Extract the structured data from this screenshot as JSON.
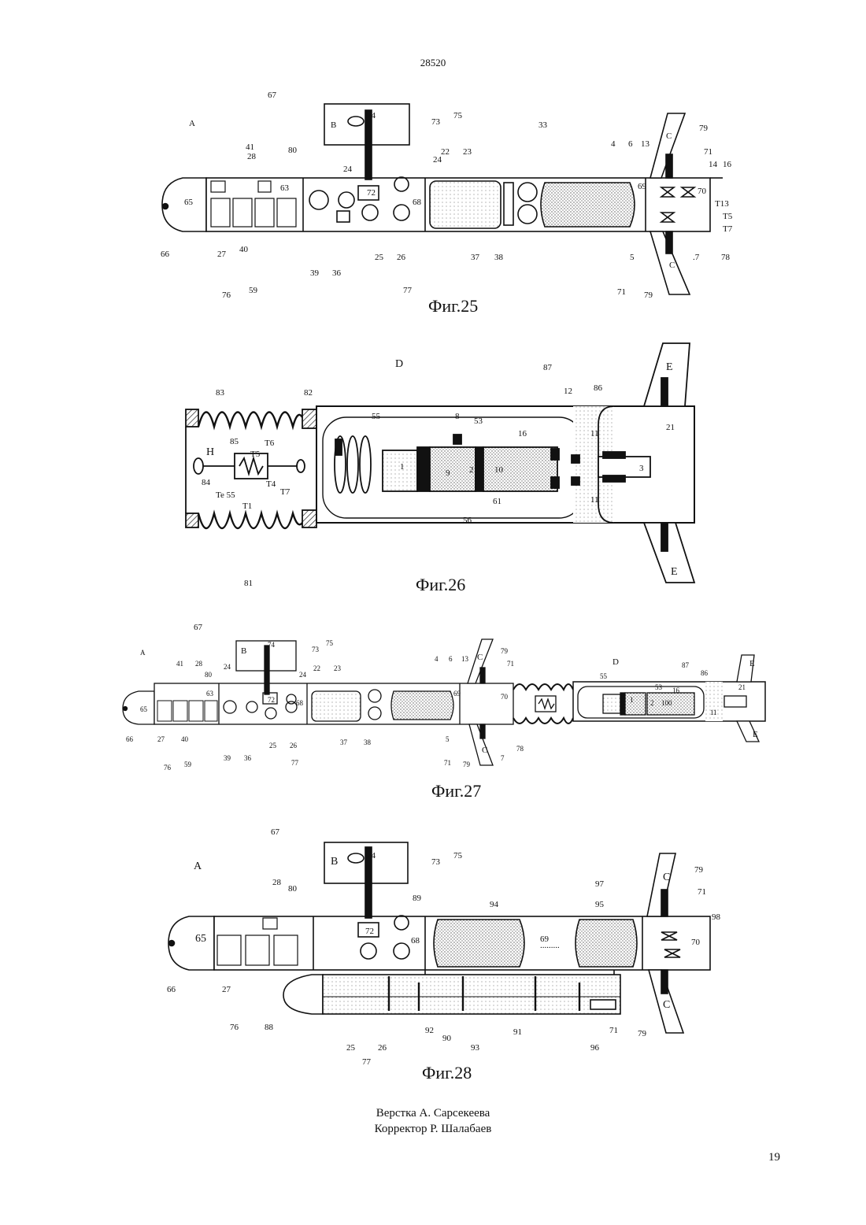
{
  "header": {
    "doc_number": "28520"
  },
  "figures": [
    {
      "caption": "Фиг.25"
    },
    {
      "caption": "Фиг.26"
    },
    {
      "caption": "Фиг.27"
    },
    {
      "caption": "Фиг.28"
    }
  ],
  "footer": {
    "layout": "Верстка А. Сарсекеева",
    "corrector": "Корректор Р. Шалабаев"
  },
  "page_number": "19"
}
